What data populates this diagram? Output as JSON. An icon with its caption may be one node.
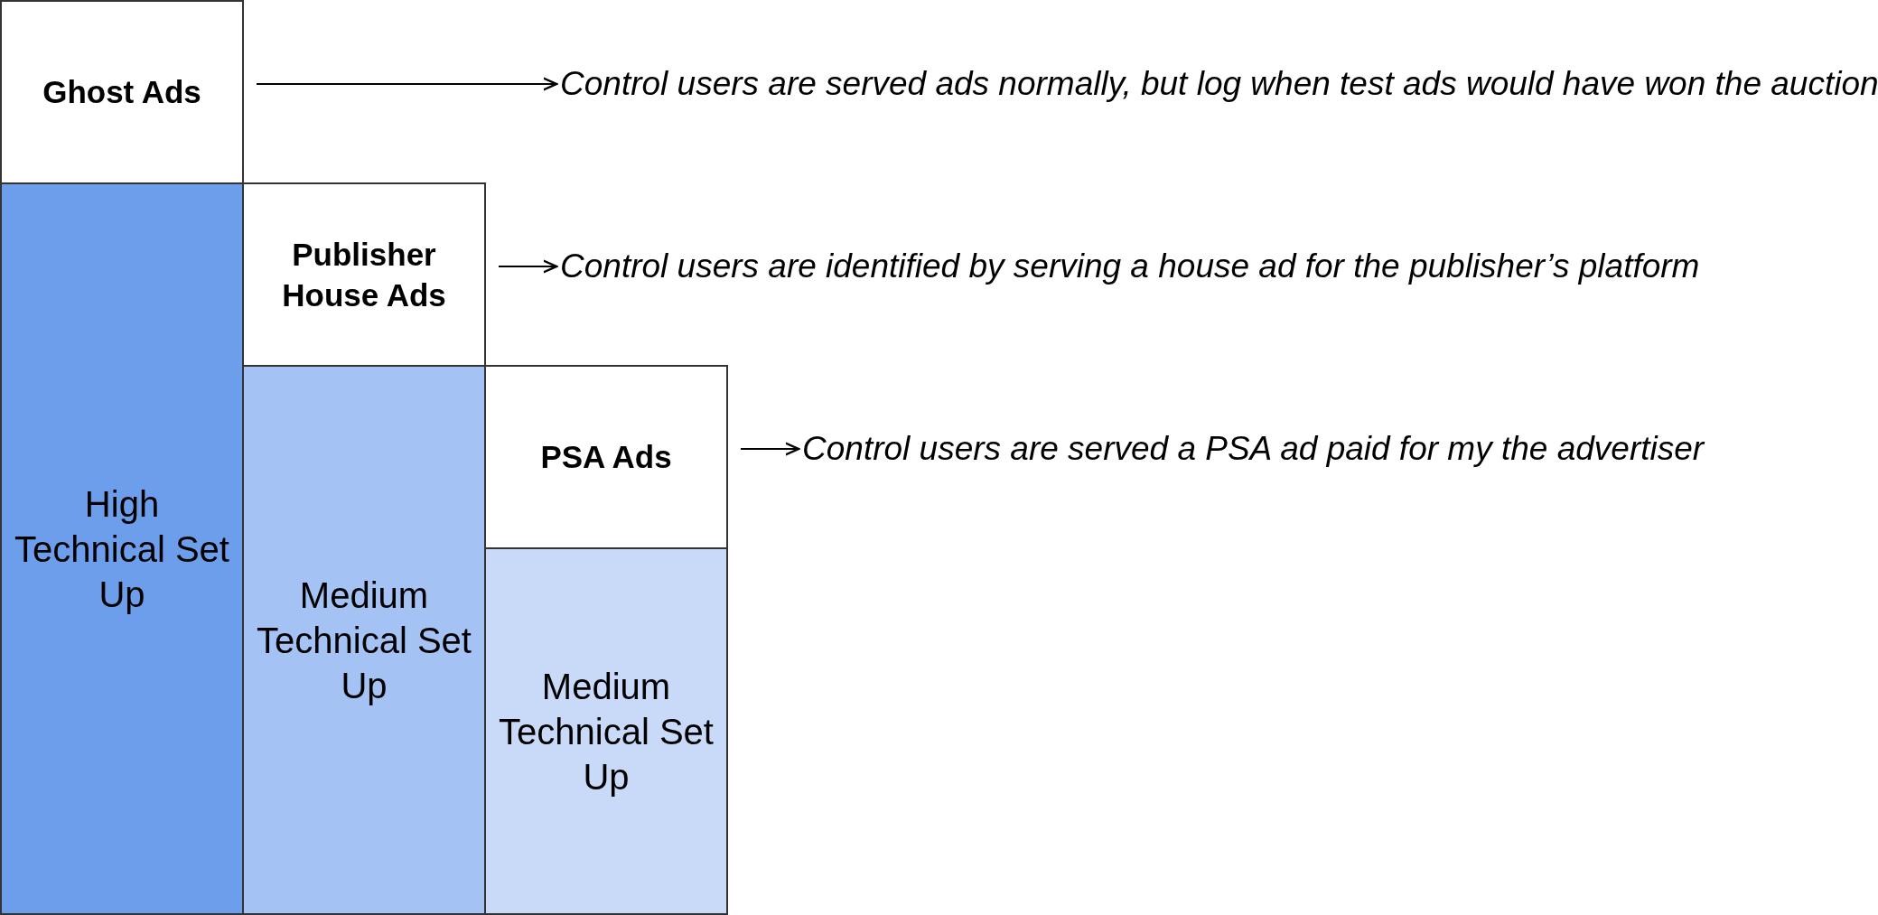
{
  "diagram": {
    "nodes": [
      {
        "text": [
          "Ghost Ads"
        ]
      },
      {
        "text": [
          "Control users are served ads normally, but log when test ads would have won the auction"
        ]
      },
      {
        "text": [
          "High Technical Set Up"
        ]
      },
      {
        "text": [
          "Publisher House Ads"
        ]
      },
      {
        "text": [
          "Control users are identified by serving a house ad for the publisher’s platform"
        ]
      },
      {
        "text": [
          "Medium Technical Set Up"
        ]
      },
      {
        "text": [
          "PSA Ads"
        ]
      },
      {
        "text": [
          "Control users are served a PSA ad paid for my the advertiser"
        ]
      },
      {
        "text": [
          "Medium Technical Set Up"
        ]
      }
    ],
    "edges": [
      {
        "from": 0,
        "to": 1,
        "arrow": "to"
      },
      {
        "from": 3,
        "to": 4,
        "arrow": "to"
      },
      {
        "from": 6,
        "to": 7,
        "arrow": "to"
      }
    ]
  }
}
